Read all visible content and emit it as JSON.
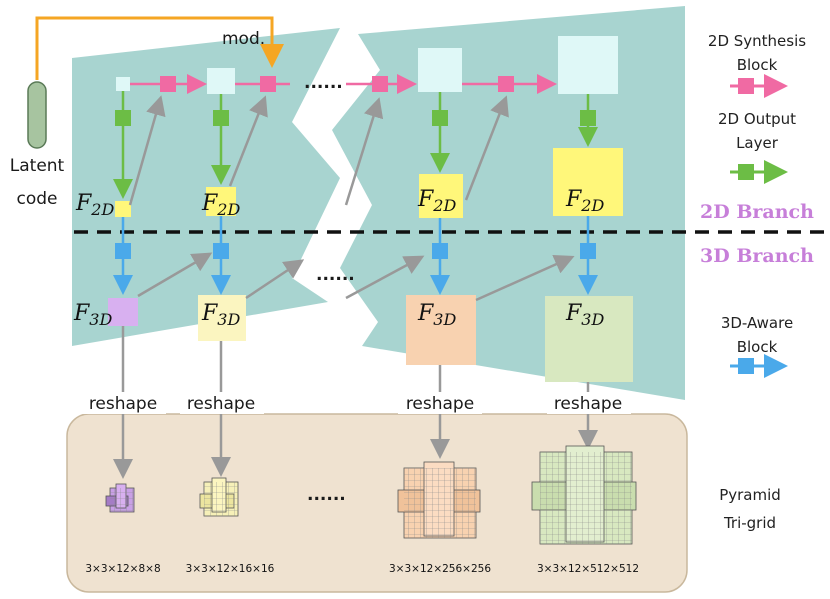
{
  "latent_label": [
    "Latent",
    "code"
  ],
  "mod_label": "mod.",
  "dots": "......",
  "f2d": {
    "main": "F",
    "sub": "2D"
  },
  "f3d": {
    "main": "F",
    "sub": "3D"
  },
  "reshape_label": "reshape",
  "legend": {
    "synthesis": [
      "2D Synthesis",
      "Block"
    ],
    "output": [
      "2D Output",
      "Layer"
    ],
    "branch2d": "2D Branch",
    "branch3d": "3D Branch",
    "aware": [
      "3D-Aware",
      "Block"
    ],
    "pyramid": [
      "Pyramid",
      "Tri-grid"
    ]
  },
  "dims": [
    "3×3×12×8×8",
    "3×3×12×16×16",
    "3×3×12×256×256",
    "3×3×12×512×512"
  ],
  "colors": {
    "teal_panel": "#a8d4d0",
    "pink_arrow": "#f06aa3",
    "green_arrow": "#6cbd45",
    "blue_arrow": "#4aa9ea",
    "orange_mod": "#f5a623",
    "beige_panel": "#efe2d0",
    "yellow_2d": "#fff77a",
    "purple_3d": "#d8b0f0",
    "pale_yellow_3d": "#fbf5c0",
    "orange_3d": "#f8d2b0",
    "green_3d": "#d8e8c0"
  }
}
